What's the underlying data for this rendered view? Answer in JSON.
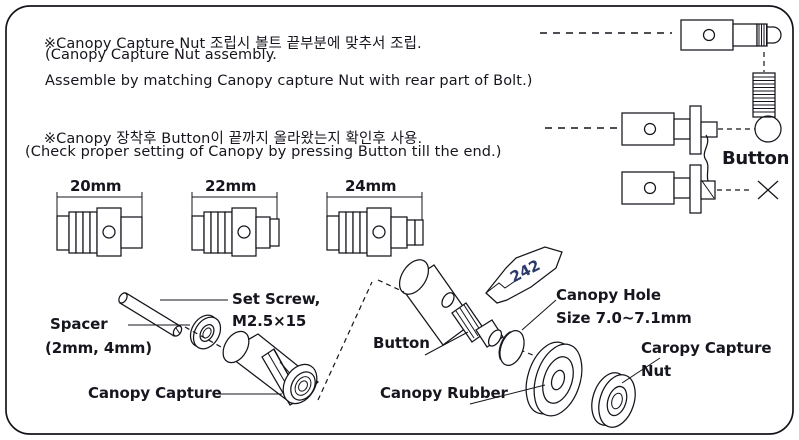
{
  "document": {
    "title": "Canopy Capture Nut Assembly Instructions",
    "border_color": "#14141c",
    "line_color": "#14141c",
    "text_color": "#16161e",
    "accent_color": "#2b3a6b",
    "background": "#ffffff"
  },
  "notes": [
    {
      "marker": "※",
      "korean": "Canopy Capture Nut 조립시 볼트 끝부분에 맞추서 조립.",
      "english_1": "(Canopy Capture Nut assembly.",
      "english_2": "Assemble by matching Canopy capture Nut with rear part of Bolt.)"
    },
    {
      "marker": "※",
      "korean": "Canopy 장착후 Button이 끝까지 올라왔는지 확인후 사용.",
      "english_1": "(Check proper setting of Canopy by pressing Button till the end.)"
    }
  ],
  "size_variants": [
    {
      "label": "20mm",
      "value": 20,
      "unit": "mm"
    },
    {
      "label": "22mm",
      "value": 22,
      "unit": "mm"
    },
    {
      "label": "24mm",
      "value": 24,
      "unit": "mm"
    }
  ],
  "labels": {
    "button_right": "Button",
    "set_screw": "Set Screw,",
    "set_screw_spec": "M2.5×15",
    "spacer": "Spacer",
    "spacer_spec": "(2mm, 4mm)",
    "canopy_capture": "Canopy Capture",
    "button_lower": "Button",
    "canopy_hole": "Canopy Hole",
    "canopy_hole_size": "Size 7.0~7.1mm",
    "canopy_rubber": "Canopy Rubber",
    "canopy_capture_nut_1": "Caropy Capture",
    "canopy_capture_nut_2": "Nut",
    "threadlocker": "242"
  },
  "indicators": {
    "correct_symbol": "circle",
    "incorrect_symbol": "cross"
  },
  "icons": {
    "note_marker": "reference-mark-icon",
    "ok_circle": "check-circle-icon",
    "not_ok_cross": "cross-mark-icon"
  }
}
